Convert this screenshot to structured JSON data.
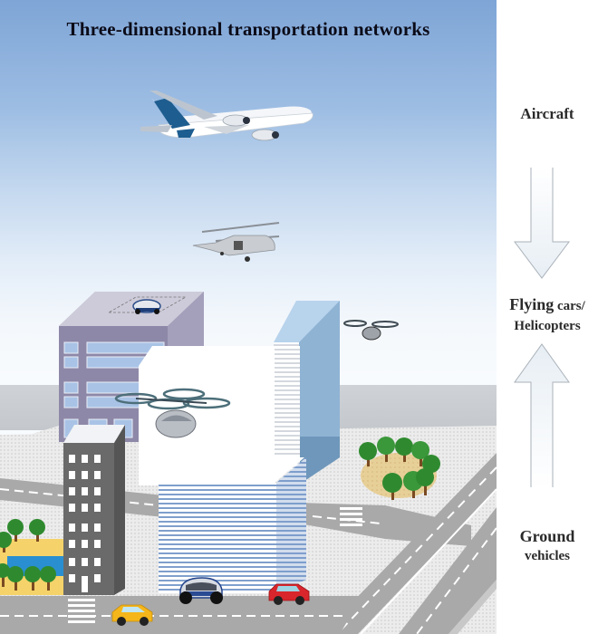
{
  "figure": {
    "title": "Three-dimensional transportation networks"
  },
  "side_labels": {
    "aircraft": "Aircraft",
    "flying_cars_line1_big": "Flying",
    "flying_cars_line1_small": " cars/",
    "flying_cars_line2": "Helicopters",
    "ground_line1": "Ground",
    "ground_line2": "vehicles"
  },
  "arrows": [
    {
      "direction": "down",
      "from": "Aircraft",
      "to": "Flying cars/Helicopters"
    },
    {
      "direction": "up",
      "from": "Ground vehicles",
      "to": "Flying cars/Helicopters"
    }
  ],
  "layers": [
    {
      "name": "Aircraft",
      "objects": [
        "airliner"
      ]
    },
    {
      "name": "Flying cars/Helicopters",
      "objects": [
        "helicopter",
        "quadrotor flying car (large)",
        "quadrotor flying car (small)",
        "rooftop pod car"
      ]
    },
    {
      "name": "Ground vehicles",
      "objects": [
        "yellow car",
        "blue pod car",
        "red hatchback"
      ]
    }
  ],
  "colors": {
    "sky_top": "#7ea5d6",
    "sky_bottom": "#f4f8fc",
    "road": "#a9a9a9",
    "purple_building": "#8e88a8",
    "blue_tower": "#8fb3d3",
    "grey_tower": "#6a6a6a",
    "trees": "#2f8a2f",
    "water": "#2a8fd0",
    "sand": "#f5d36a",
    "arrow_fill": "#eef3f7",
    "arrow_stroke": "#aab2ba"
  }
}
